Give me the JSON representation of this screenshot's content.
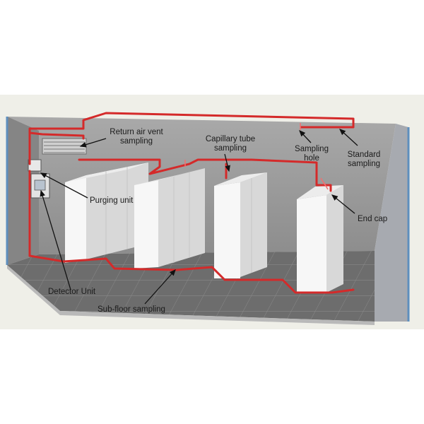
{
  "labels": {
    "return_air_vent_sampling_line1": "Return air vent",
    "return_air_vent_sampling_line2": "sampling",
    "capillary_tube_sampling_line1": "Capillary tube",
    "capillary_tube_sampling_line2": "sampling",
    "sampling_hole_line1": "Sampling",
    "sampling_hole_line2": "hole",
    "standard_sampling_line1": "Standard",
    "standard_sampling_line2": "sampling",
    "purging_unit": "Purging unit",
    "end_cap": "End cap",
    "detector_unit": "Detector Unit",
    "sub_floor_sampling": "Sub-floor sampling"
  },
  "colors": {
    "pipe": "#d42a2a",
    "pipe_highlight": "#f07070",
    "panel_background": "#efefe8",
    "back_wall": "#9a9a9a",
    "floor": "#6e6e6e",
    "floor_tile_edge": "#8a8a8a",
    "cabinet_face": "#f7f7f7",
    "cabinet_side": "#d9d9d9",
    "end_wall": "#a7aab0",
    "wall_trim": "#5e8fbe",
    "arrow": "#111111",
    "text": "#1b1b1b"
  }
}
